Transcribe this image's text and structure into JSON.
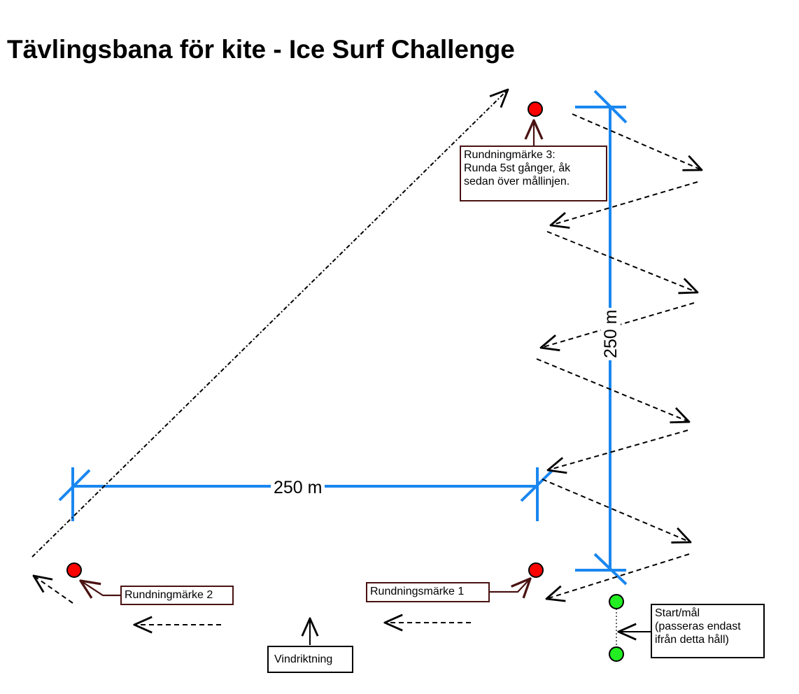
{
  "title": "Tävlingsbana för kite - Ice Surf Challenge",
  "colors": {
    "measure_line": "#1a87f0",
    "mark_buoy": "#ff0000",
    "start_buoy": "#22ee22",
    "callout_border": "#4a1212",
    "path": "#000000"
  },
  "marks": [
    {
      "id": "mark-3",
      "text": "Rundningmärke 3:\nRunda 5st gånger, åk\nsedan över mållinjen."
    },
    {
      "id": "mark-2",
      "text": "Rundningmärke 2"
    },
    {
      "id": "mark-1",
      "text": "Rundningsmärke 1"
    }
  ],
  "start_finish": {
    "text": "Start/mål\n(passeras endast\n ifrån detta håll)"
  },
  "wind": {
    "text": "Vindriktning",
    "icon": "up-arrow-icon"
  },
  "distances": {
    "horizontal": "250 m",
    "vertical": "250 m"
  }
}
